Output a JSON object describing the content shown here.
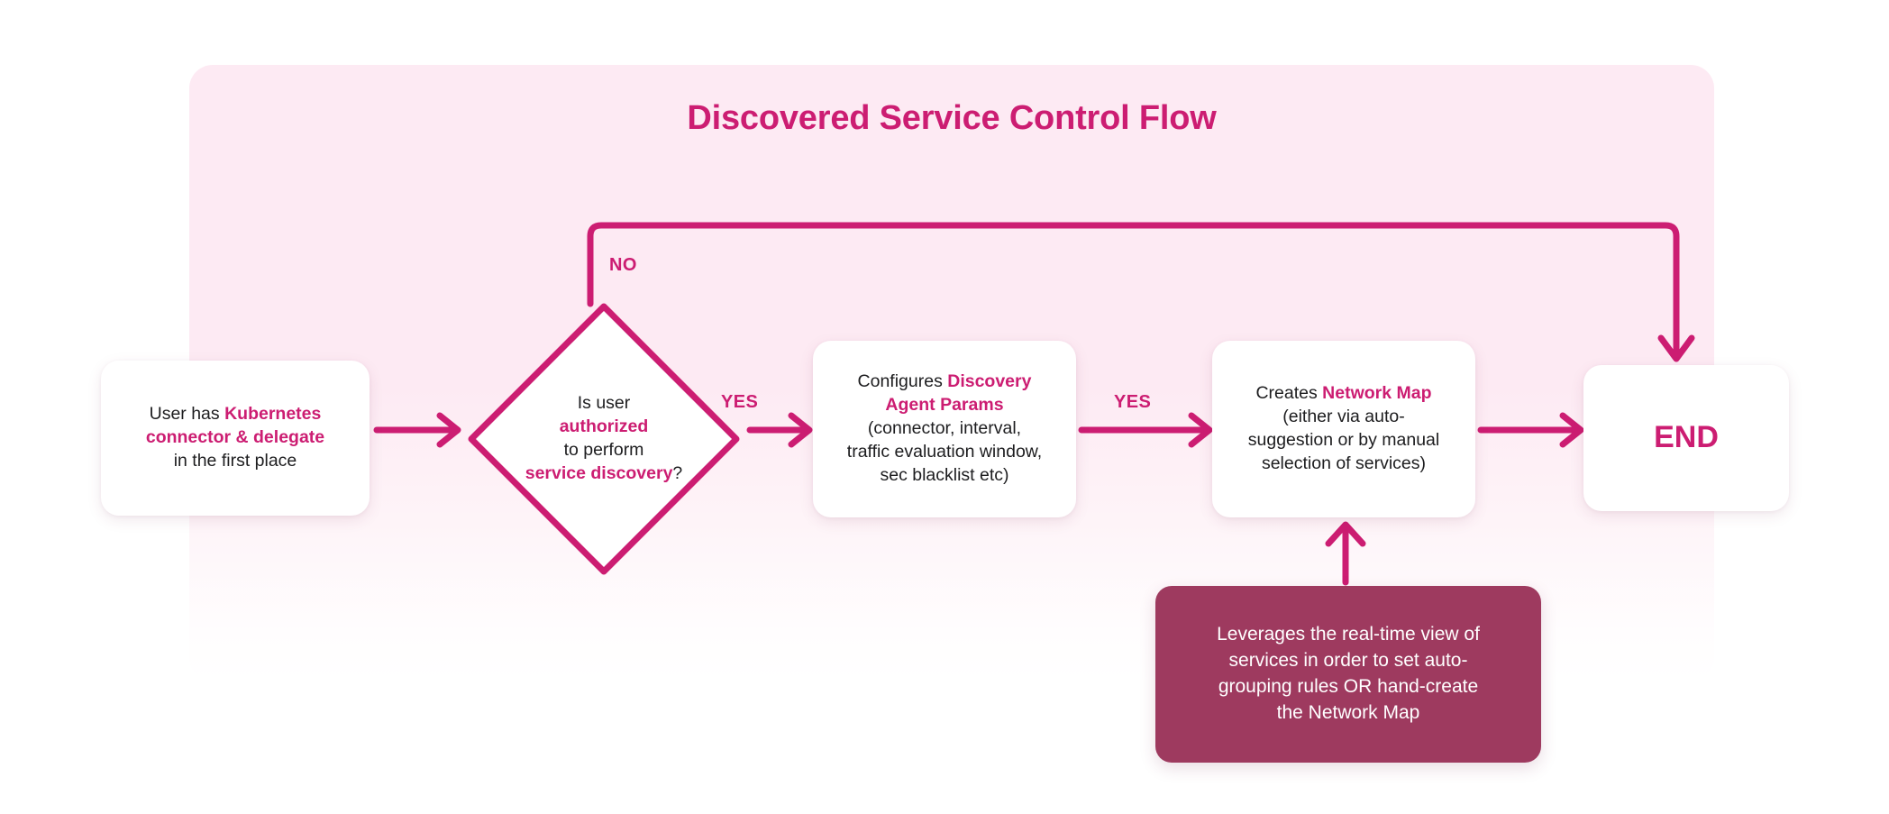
{
  "title": "Discovered Service Control Flow",
  "colors": {
    "accent": "#cc1d72",
    "canvas": "#fdeaf3",
    "note_bg": "#9e3a5f",
    "node_bg": "#ffffff",
    "text": "#1d1d1f"
  },
  "nodes": {
    "start": {
      "shape": "rounded-rect",
      "line1_plain": "User has ",
      "line1_highlight": "Kubernetes",
      "line2_highlight": "connector & delegate",
      "line3_plain": "in the first place"
    },
    "decision": {
      "shape": "diamond",
      "line1_plain": "Is user",
      "line2_highlight": "authorized",
      "line3_plain": "to perform",
      "line4_highlight": "service discovery",
      "line4_suffix": "?"
    },
    "params": {
      "shape": "rounded-rect",
      "line1_plain": "Configures ",
      "line1_highlight": "Discovery",
      "line2_highlight": "Agent Params",
      "line3_plain": "(connector, interval,",
      "line4_plain": "traffic evaluation window,",
      "line5_plain": "sec blacklist etc)"
    },
    "netmap": {
      "shape": "rounded-rect",
      "line1_plain": "Creates ",
      "line1_highlight": "Network Map",
      "line2_plain": "(either via auto-",
      "line3_plain": "suggestion or by manual",
      "line4_plain": "selection of services)"
    },
    "end": {
      "shape": "rounded-rect",
      "label": "END"
    },
    "note": {
      "shape": "rounded-rect-filled",
      "line1": "Leverages the real-time view of",
      "line2": "services in order to set auto-",
      "line3": "grouping rules OR hand-create",
      "line4": "the Network Map"
    }
  },
  "edges": {
    "start_to_decision": {
      "label": ""
    },
    "decision_no": {
      "label": "NO"
    },
    "decision_yes": {
      "label": "YES"
    },
    "params_to_netmap": {
      "label": "YES"
    },
    "netmap_to_end": {
      "label": ""
    },
    "note_to_netmap": {
      "label": ""
    }
  }
}
